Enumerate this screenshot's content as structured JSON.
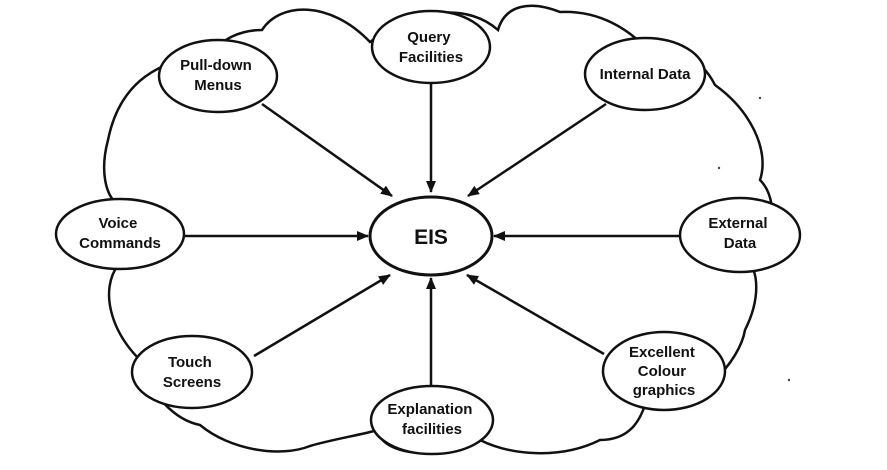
{
  "center": {
    "label": "EIS"
  },
  "nodes": [
    {
      "id": "pull-down-menus",
      "lines": [
        "Pull-down",
        "Menus"
      ]
    },
    {
      "id": "query-facilities",
      "lines": [
        "Query",
        "Facilities"
      ]
    },
    {
      "id": "internal-data",
      "lines": [
        "Internal Data"
      ]
    },
    {
      "id": "voice-commands",
      "lines": [
        "Voice",
        "Commands"
      ]
    },
    {
      "id": "external-data",
      "lines": [
        "External",
        "Data"
      ]
    },
    {
      "id": "touch-screens",
      "lines": [
        "Touch",
        "Screens"
      ]
    },
    {
      "id": "explanation-facilities",
      "lines": [
        "Explanation",
        "facilities"
      ]
    },
    {
      "id": "excellent-colour-graphics",
      "lines": [
        "Excellent",
        "Colour",
        "graphics"
      ]
    }
  ],
  "colors": {
    "stroke": "#111111",
    "fill": "#ffffff",
    "text": "#111111"
  }
}
